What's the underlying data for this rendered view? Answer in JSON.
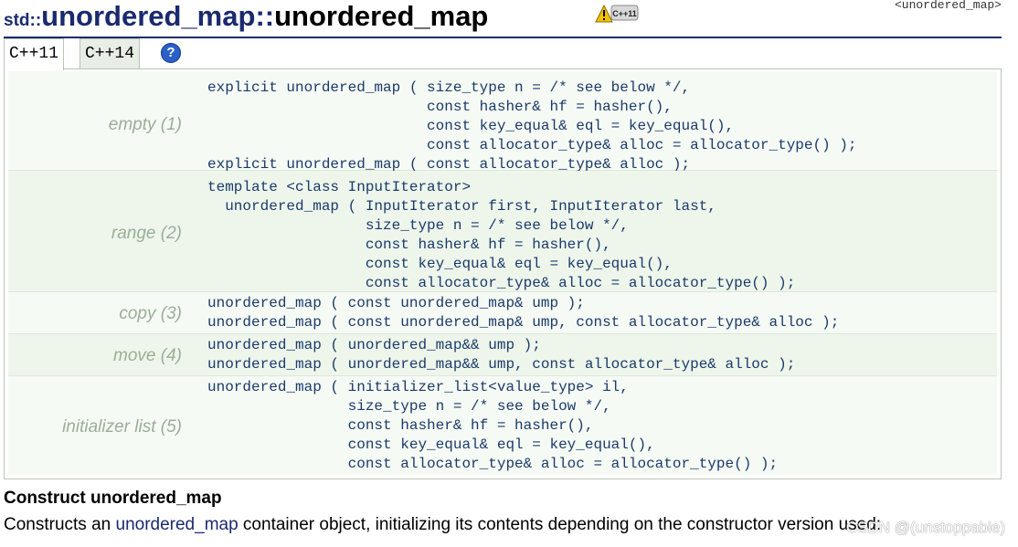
{
  "header": {
    "namespace": "std::",
    "class_name": "unordered_map",
    "separator": "::",
    "constructor_name": "unordered_map",
    "badge_text": "C++11",
    "tag": "<unordered_map>"
  },
  "tabs": [
    {
      "label": "C++11"
    },
    {
      "label": "C++14"
    }
  ],
  "help_label": "?",
  "rows": [
    {
      "label": "empty (1)",
      "code": "explicit unordered_map ( size_type n = /* see below */,\n                         const hasher& hf = hasher(),\n                         const key_equal& eql = key_equal(),\n                         const allocator_type& alloc = allocator_type() );\nexplicit unordered_map ( const allocator_type& alloc );"
    },
    {
      "label": "range (2)",
      "code": "template <class InputIterator>\n  unordered_map ( InputIterator first, InputIterator last,\n                  size_type n = /* see below */,\n                  const hasher& hf = hasher(),\n                  const key_equal& eql = key_equal(),\n                  const allocator_type& alloc = allocator_type() );"
    },
    {
      "label": "copy (3)",
      "code": "unordered_map ( const unordered_map& ump );\nunordered_map ( const unordered_map& ump, const allocator_type& alloc );"
    },
    {
      "label": "move (4)",
      "code": "unordered_map ( unordered_map&& ump );\nunordered_map ( unordered_map&& ump, const allocator_type& alloc );"
    },
    {
      "label": "initializer list (5)",
      "code": "unordered_map ( initializer_list<value_type> il,\n                size_type n = /* see below */,\n                const hasher& hf = hasher(),\n                const key_equal& eql = key_equal(),\n                const allocator_type& alloc = allocator_type() );"
    }
  ],
  "section_title": "Construct unordered_map",
  "paragraph": {
    "before": "Constructs an ",
    "link": "unordered_map",
    "after": " container object, initializing its contents depending on the constructor version used:"
  },
  "watermark": "CSDN @(unstoppable)"
}
